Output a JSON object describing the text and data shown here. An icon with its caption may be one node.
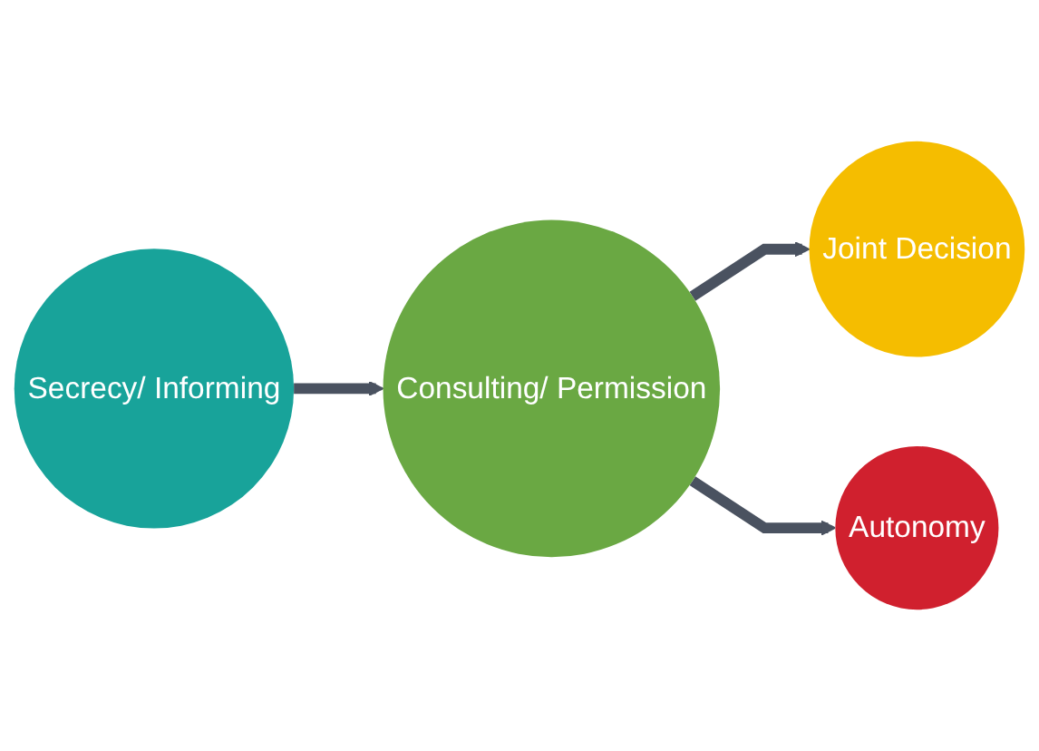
{
  "diagram": {
    "nodes": [
      {
        "text": [
          "Joint Decision"
        ]
      },
      {
        "text": [
          "Autonomy"
        ]
      },
      {
        "text": [
          "Secrecy/ Informing"
        ]
      },
      {
        "text": [
          "Consulting/ Permission"
        ]
      }
    ],
    "edges": [
      {
        "from": 2,
        "to": 3,
        "arrow": "to"
      },
      {
        "from": 3,
        "to": 0,
        "arrow": "to"
      },
      {
        "from": 3,
        "to": 1,
        "arrow": "to"
      }
    ]
  }
}
